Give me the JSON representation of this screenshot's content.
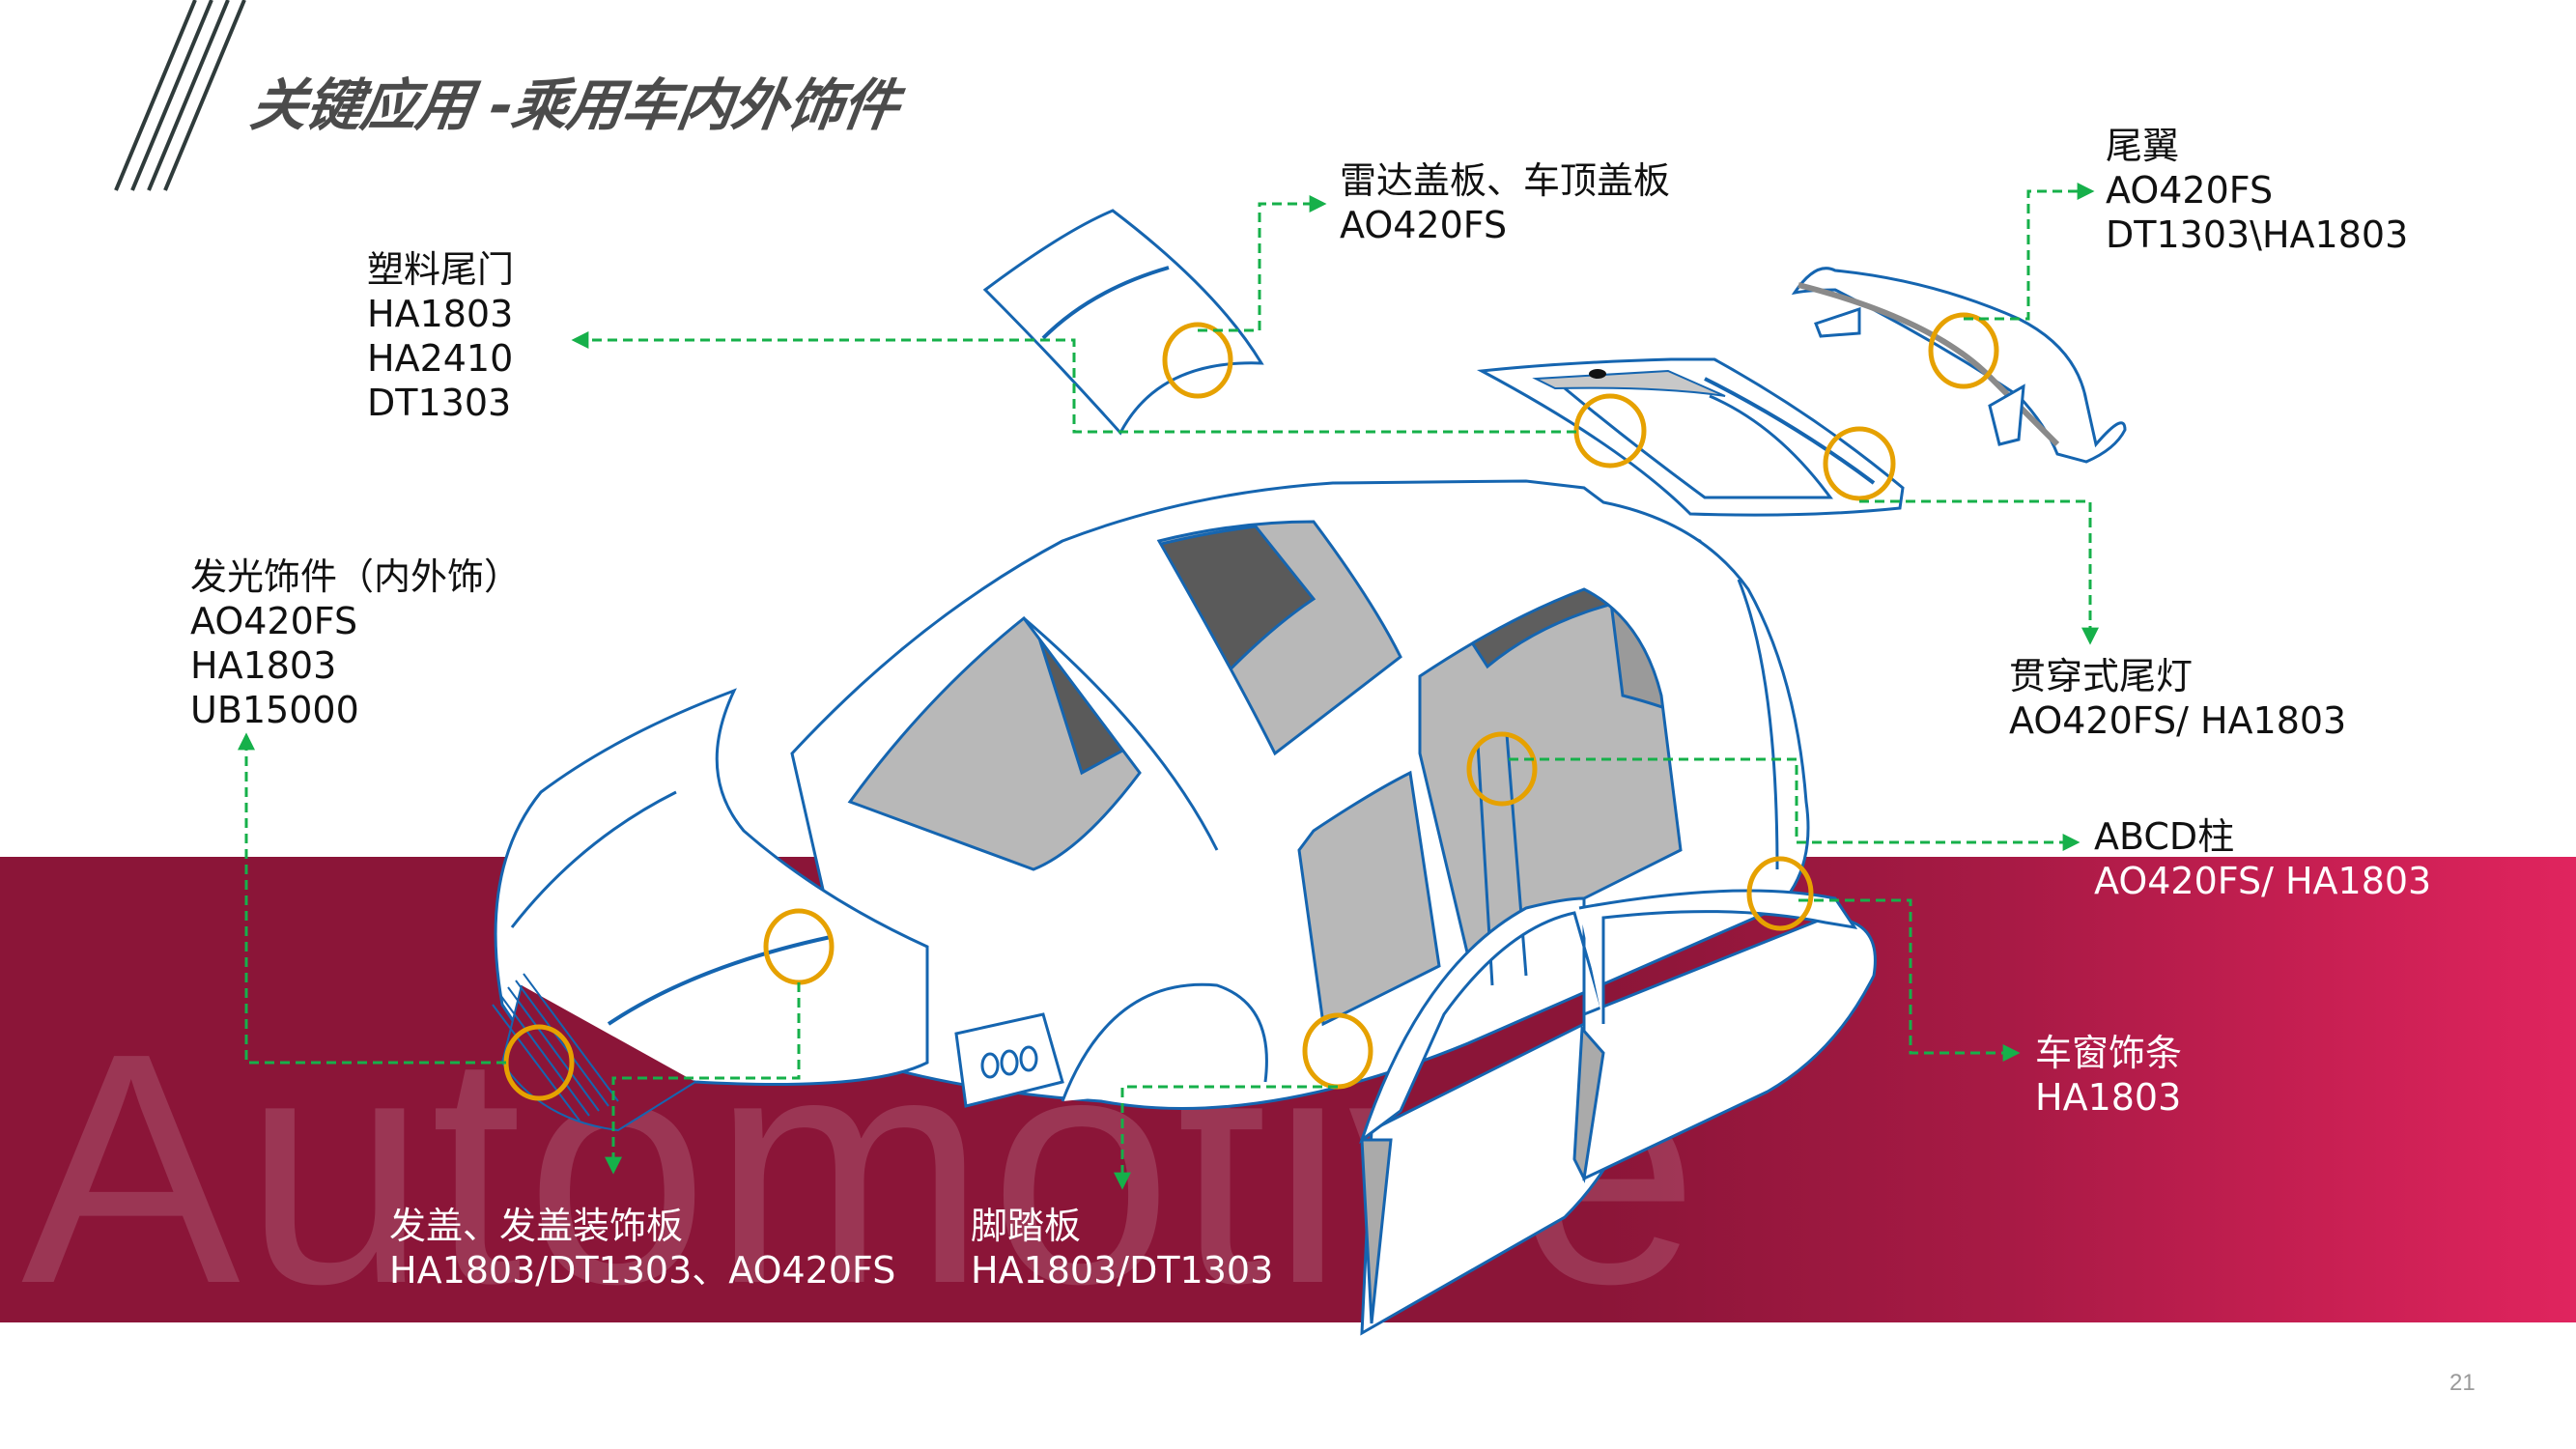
{
  "slide": {
    "title": "关键应用 -乘用车内外饰件",
    "watermark": "Automotive",
    "page_number": "21"
  },
  "colors": {
    "band": "#8B1538",
    "band_gradient_end": "#E0245E",
    "outline": "#1565B0",
    "highlight_circle": "#E6A100",
    "connector": "#16B04A",
    "title_text": "#4B4B4B"
  },
  "callouts": [
    {
      "id": "plastic-tailgate",
      "title": "塑料尾门",
      "materials": [
        "HA1803",
        "HA2410",
        "DT1303"
      ]
    },
    {
      "id": "radar-roof-cover",
      "title": "雷达盖板、车顶盖板",
      "materials": [
        "AO420FS"
      ]
    },
    {
      "id": "rear-spoiler",
      "title": "尾翼",
      "materials": [
        "AO420FS",
        "DT1303\\HA1803"
      ]
    },
    {
      "id": "luminous-trim",
      "title": "发光饰件（内外饰）",
      "materials": [
        "AO420FS",
        "HA1803",
        "UB15000"
      ]
    },
    {
      "id": "through-taillight",
      "title": "贯穿式尾灯",
      "materials": [
        "AO420FS/ HA1803"
      ]
    },
    {
      "id": "abcd-pillar",
      "title": "ABCD柱",
      "materials": [
        "AO420FS/ HA1803"
      ]
    },
    {
      "id": "window-trim",
      "title": "车窗饰条",
      "materials": [
        "HA1803"
      ]
    },
    {
      "id": "hood-trim",
      "title": "发盖、发盖装饰板",
      "materials": [
        "HA1803/DT1303、AO420FS"
      ]
    },
    {
      "id": "footboard",
      "title": "脚踏板",
      "materials": [
        "HA1803/DT1303"
      ]
    }
  ]
}
